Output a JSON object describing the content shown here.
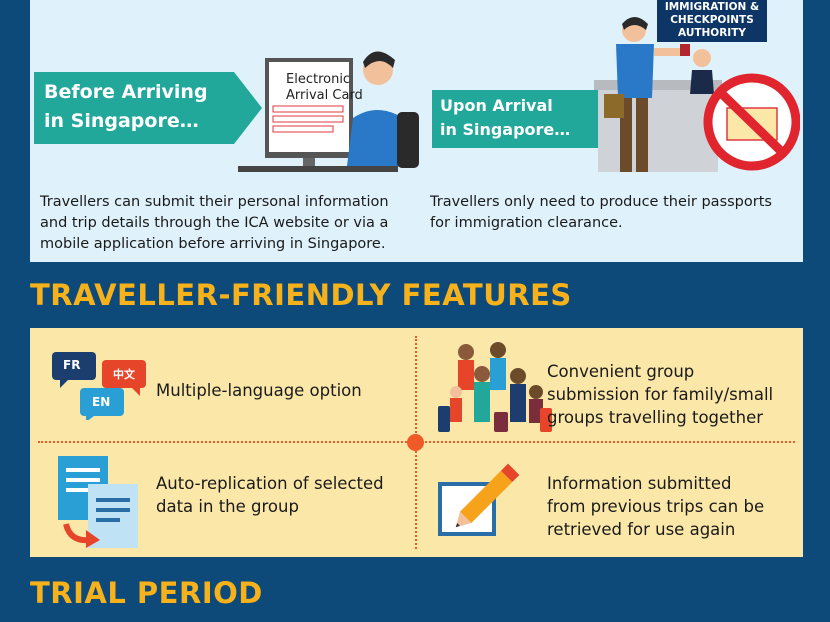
{
  "before": {
    "tag_line1": "Before Arriving",
    "tag_line2": "in Singapore…",
    "card_line1": "Electronic",
    "card_line2": "Arrival Card",
    "desc_line1": "Travellers can submit their personal information",
    "desc_line2": "and trip details through the ICA website or via a",
    "desc_line3": "mobile application before arriving in Singapore."
  },
  "arrival": {
    "tag_line1": "Upon Arrival",
    "tag_line2": "in Singapore…",
    "sign_line1": "IMMIGRATION &",
    "sign_line2": "CHECKPOINTS",
    "sign_line3": "AUTHORITY",
    "desc_line1": "Travellers only need to produce their passports",
    "desc_line2": "for immigration clearance."
  },
  "features": {
    "title": "TRAVELLER-FRIENDLY FEATURES",
    "lang_fr": "FR",
    "lang_zh": "中文",
    "lang_en": "EN",
    "f1": "Multiple-language option",
    "f2_line1": "Convenient group",
    "f2_line2": "submission for family/small",
    "f2_line3": "groups travelling together",
    "f3_line1": "Auto-replication of selected",
    "f3_line2": "data in the group",
    "f4_line1": "Information submitted",
    "f4_line2": "from previous trips can be",
    "f4_line3": "retrieved for use again"
  },
  "trial": {
    "title": "TRIAL PERIOD"
  },
  "colors": {
    "background": "#0d4a7a",
    "panel": "#dff2fb",
    "teal": "#22a79b",
    "gold": "#f7b21b",
    "cream": "#fbe8a8",
    "orange": "#f05a28"
  }
}
